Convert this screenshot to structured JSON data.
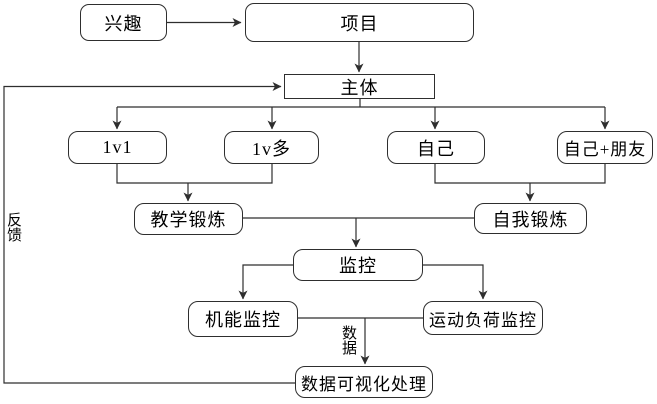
{
  "diagram": {
    "background": "#ffffff",
    "stroke_color": "#2e2e2e",
    "text_color": "#000000",
    "nodes": {
      "interest": {
        "label": "兴趣"
      },
      "project": {
        "label": "项目"
      },
      "subject": {
        "label": "主体"
      },
      "one_v_one": {
        "label": "1v1"
      },
      "one_v_many": {
        "label": "1v多"
      },
      "self": {
        "label": "自己"
      },
      "self_friends": {
        "label": "自己+朋友"
      },
      "teaching_exercise": {
        "label": "教学锻炼"
      },
      "self_exercise": {
        "label": "自我锻炼"
      },
      "monitoring": {
        "label": "监控"
      },
      "function_monitoring": {
        "label": "机能监控"
      },
      "load_monitoring": {
        "label": "运动负荷监控"
      },
      "data_visualization": {
        "label": "数据可视化处理"
      }
    },
    "edge_labels": {
      "feedback": "反馈",
      "data": "数据"
    }
  }
}
